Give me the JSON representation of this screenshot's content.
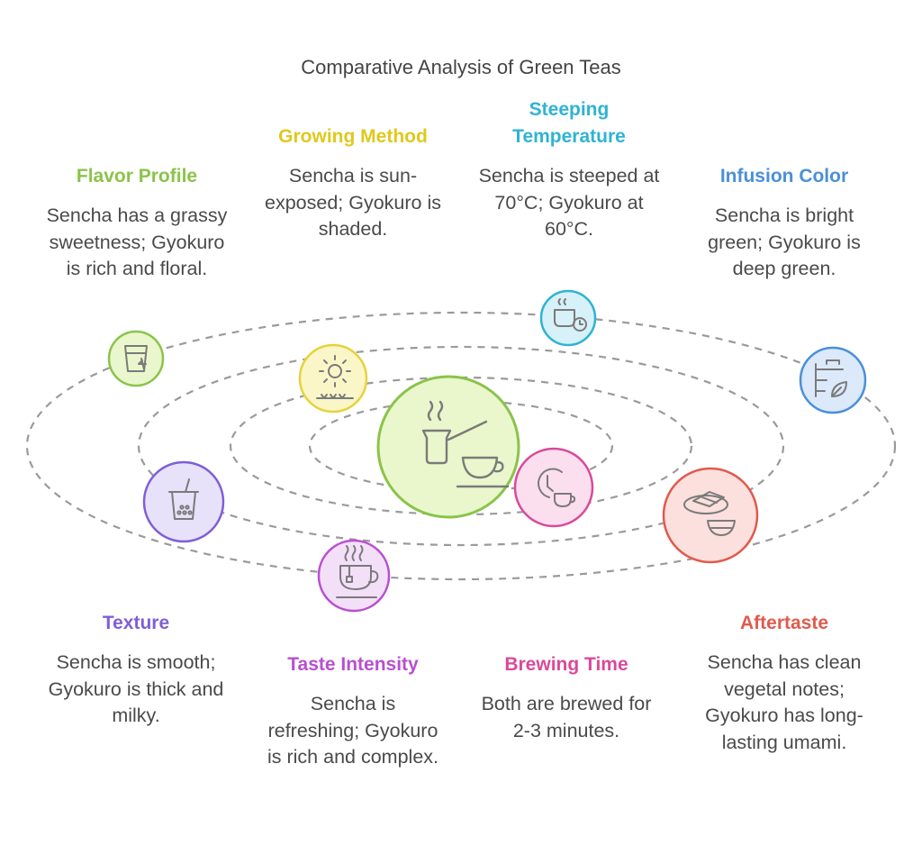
{
  "title": "Comparative Analysis of Green Teas",
  "colors": {
    "flavor": "#8bc34a",
    "growing": "#e6d23c",
    "steeping": "#2fb3d3",
    "infusion": "#4a8fd9",
    "texture": "#7e5fd6",
    "taste": "#b84fd1",
    "brewing": "#d9499a",
    "aftertaste": "#e05a4e",
    "center": "#8bc34a",
    "orbit": "#9a9a9a"
  },
  "center": {
    "icon": "teapot-and-cup-icon"
  },
  "items": {
    "flavor": {
      "heading": "Flavor Profile",
      "description": "Sencha has a grassy sweetness; Gyokuro is rich and floral.",
      "icon": "tea-leaf-cup-icon"
    },
    "growing": {
      "heading": "Growing Method",
      "description": "Sencha is sun-exposed; Gyokuro is shaded.",
      "icon": "sun-over-field-icon"
    },
    "steeping": {
      "heading": "Steeping Temperature",
      "description": "Sencha is steeped at 70°C; Gyokuro at 60°C.",
      "icon": "cup-with-timer-icon"
    },
    "infusion": {
      "heading": "Infusion Color",
      "description": "Sencha is bright green; Gyokuro is deep green.",
      "icon": "tea-chart-leaf-icon"
    },
    "texture": {
      "heading": "Texture",
      "description": "Sencha is smooth; Gyokuro is thick and milky.",
      "icon": "bubble-tea-icon"
    },
    "taste": {
      "heading": "Taste Intensity",
      "description": "Sencha is refreshing; Gyokuro is rich and complex.",
      "icon": "steaming-tea-cup-icon"
    },
    "brewing": {
      "heading": "Brewing Time",
      "description": "Both are brewed for 2-3 minutes.",
      "icon": "clock-and-cup-icon"
    },
    "aftertaste": {
      "heading": "Aftertaste",
      "description": "Sencha has clean vegetal notes; Gyokuro has long-lasting umami.",
      "icon": "food-plate-icon"
    }
  }
}
